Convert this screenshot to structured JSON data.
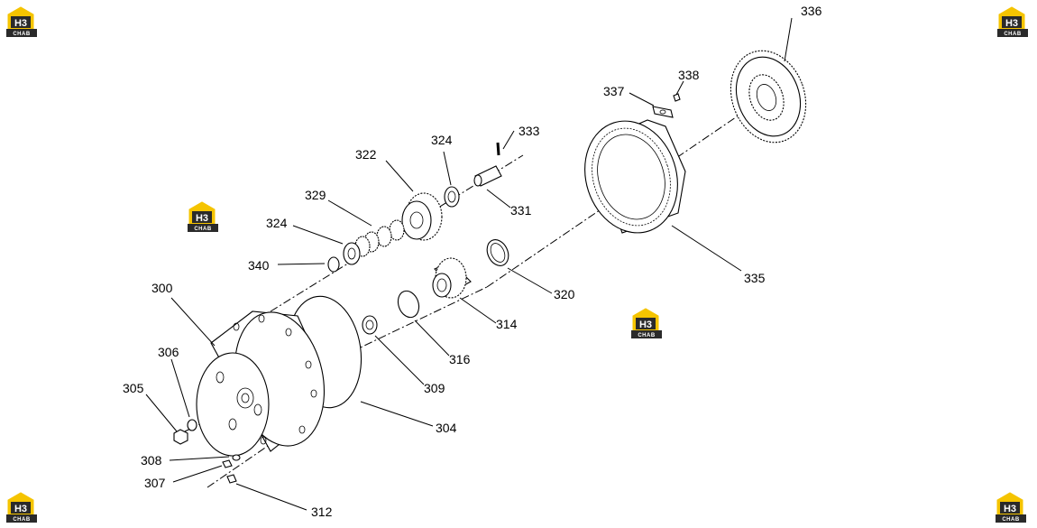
{
  "logo": {
    "main": "H3",
    "sub": "CHAB",
    "color_yellow": "#F5C400",
    "color_dark": "#2a2a2a"
  },
  "parts": {
    "p300": "300",
    "p304": "304",
    "p305": "305",
    "p306": "306",
    "p307": "307",
    "p308": "308",
    "p309": "309",
    "p312": "312",
    "p314": "314",
    "p316": "316",
    "p320": "320",
    "p322": "322",
    "p324a": "324",
    "p324b": "324",
    "p329": "329",
    "p331": "331",
    "p333": "333",
    "p335": "335",
    "p336": "336",
    "p337": "337",
    "p338": "338",
    "p340": "340"
  }
}
